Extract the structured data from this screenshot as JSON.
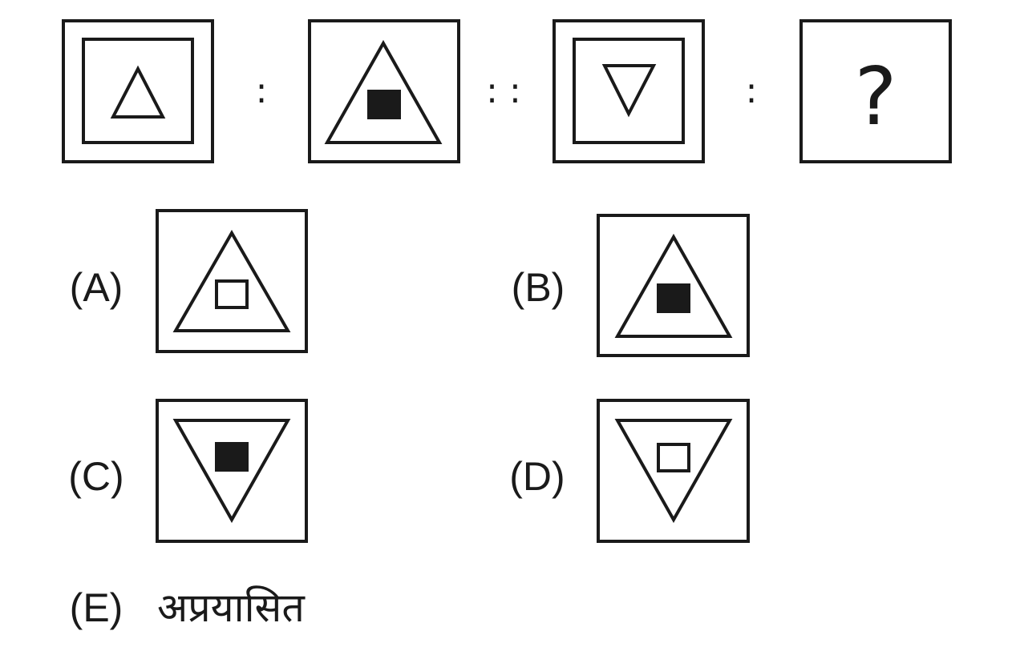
{
  "question": {
    "figures": [
      {
        "id": "q1",
        "outer": "double-square",
        "shape": "triangle-up",
        "inner": "none"
      },
      {
        "id": "q2",
        "outer": "square",
        "shape": "triangle-up",
        "inner": "filled-square"
      },
      {
        "id": "q3",
        "outer": "double-square",
        "shape": "triangle-down",
        "inner": "none"
      },
      {
        "id": "q4",
        "outer": "square",
        "shape": "question-mark",
        "inner": "none"
      }
    ],
    "separator_1": ":",
    "separator_2": ": :",
    "separator_3": ":",
    "unknown": "?"
  },
  "options": [
    {
      "label": "(A)",
      "shape": "triangle-up",
      "inner": "hollow-square"
    },
    {
      "label": "(B)",
      "shape": "triangle-up",
      "inner": "filled-square"
    },
    {
      "label": "(C)",
      "shape": "triangle-down",
      "inner": "filled-square"
    },
    {
      "label": "(D)",
      "shape": "triangle-down",
      "inner": "hollow-square"
    }
  ],
  "option_e": {
    "label": "(E)",
    "text": "अप्रयासित"
  },
  "colors": {
    "ink": "#1a1a1a",
    "background": "#ffffff"
  }
}
